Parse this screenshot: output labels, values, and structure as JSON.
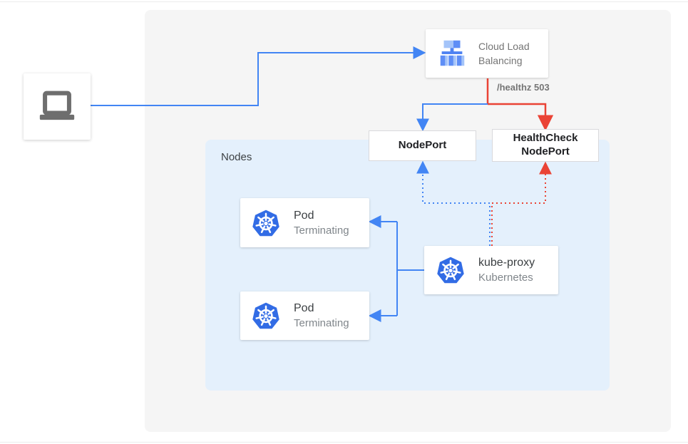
{
  "palette": {
    "blue": "#4285F4",
    "red": "#EA4335",
    "kubernetes_blue": "#326CE5",
    "panel_bg": "#F5F5F5",
    "nodes_bg": "#E4F0FC",
    "title_text": "#3C4043",
    "muted_text": "#80868B",
    "label_gray": "#757575",
    "laptop_gray": "#6E6E6E"
  },
  "client": {
    "icon": "laptop-icon"
  },
  "load_balancer": {
    "icon": "load-balancer-icon",
    "label": "Cloud Load Balancing"
  },
  "edge_label": {
    "text": "/healthz 503"
  },
  "node_port": {
    "label": "NodePort"
  },
  "health_check_node_port": {
    "label": "HealthCheck NodePort"
  },
  "nodes_group": {
    "label": "Nodes"
  },
  "pods": [
    {
      "icon": "kubernetes-icon",
      "title": "Pod",
      "status": "Terminating"
    },
    {
      "icon": "kubernetes-icon",
      "title": "Pod",
      "status": "Terminating"
    }
  ],
  "kube_proxy": {
    "icon": "kubernetes-icon",
    "title": "kube-proxy",
    "subtitle": "Kubernetes"
  }
}
